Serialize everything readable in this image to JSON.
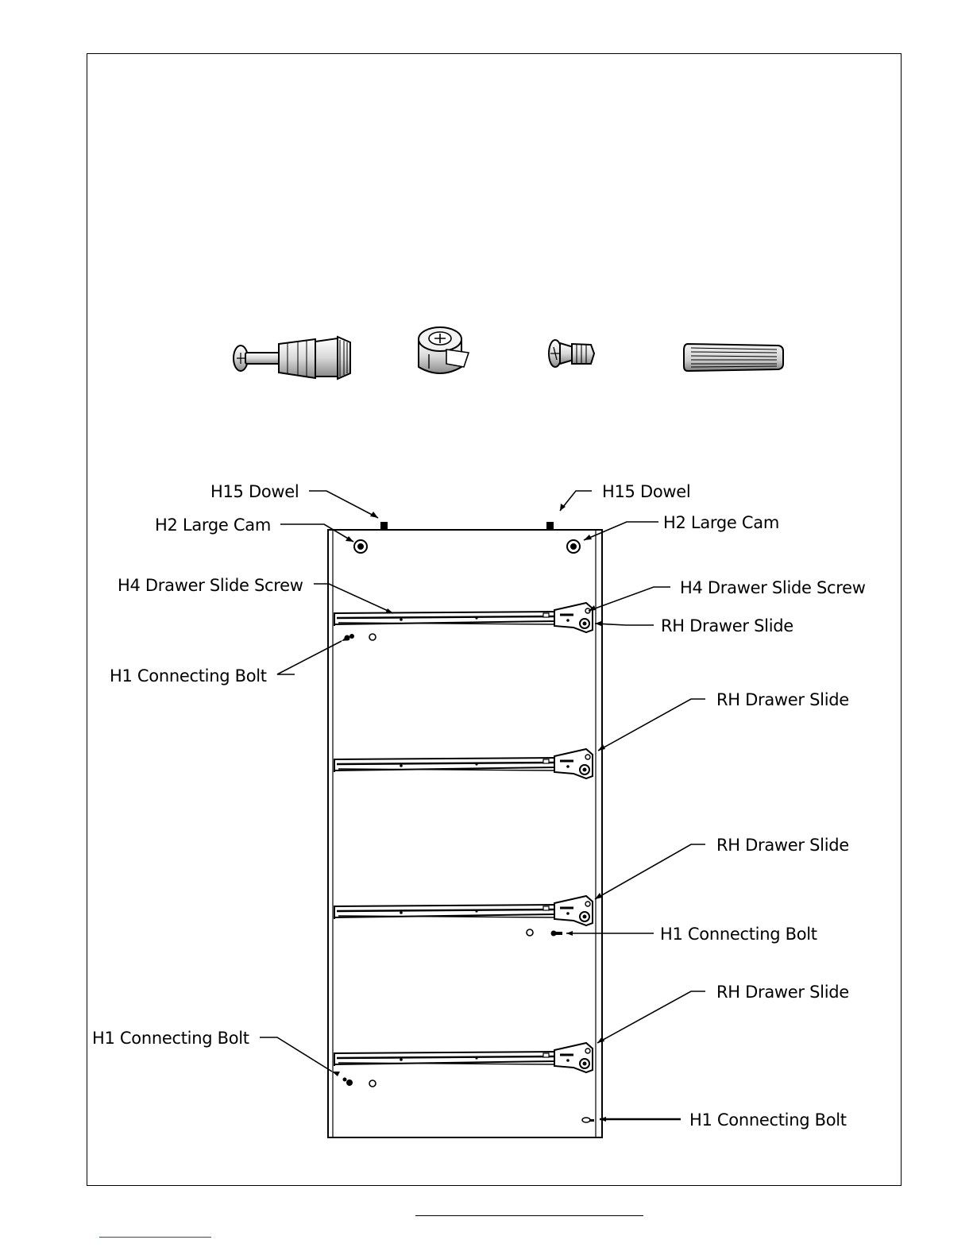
{
  "hardware_parts": [
    {
      "id": "H1",
      "name": "connecting-bolt",
      "icon": "bolt-icon"
    },
    {
      "id": "H2",
      "name": "large-cam",
      "icon": "cam-icon"
    },
    {
      "id": "H4",
      "name": "drawer-slide-screw",
      "icon": "screw-icon"
    },
    {
      "id": "H15",
      "name": "dowel",
      "icon": "dowel-icon"
    }
  ],
  "callouts": {
    "dowel_left": "H15 Dowel",
    "dowel_right": "H15 Dowel",
    "cam_left": "H2 Large Cam",
    "cam_right": "H2 Large Cam",
    "screw_left": "H4 Drawer Slide Screw",
    "screw_right": "H4 Drawer Slide Screw",
    "slide_1": "RH Drawer Slide",
    "slide_2": "RH Drawer Slide",
    "slide_3": "RH Drawer Slide",
    "slide_4": "RH Drawer Slide",
    "bolt_1": "H1 Connecting Bolt",
    "bolt_2": "H1 Connecting Bolt",
    "bolt_3": "H1 Connecting Bolt",
    "bolt_4": "H1 Connecting Bolt"
  },
  "colors": {
    "line": "#000000",
    "panel": "#ffffff",
    "link": "#1a3cff"
  }
}
